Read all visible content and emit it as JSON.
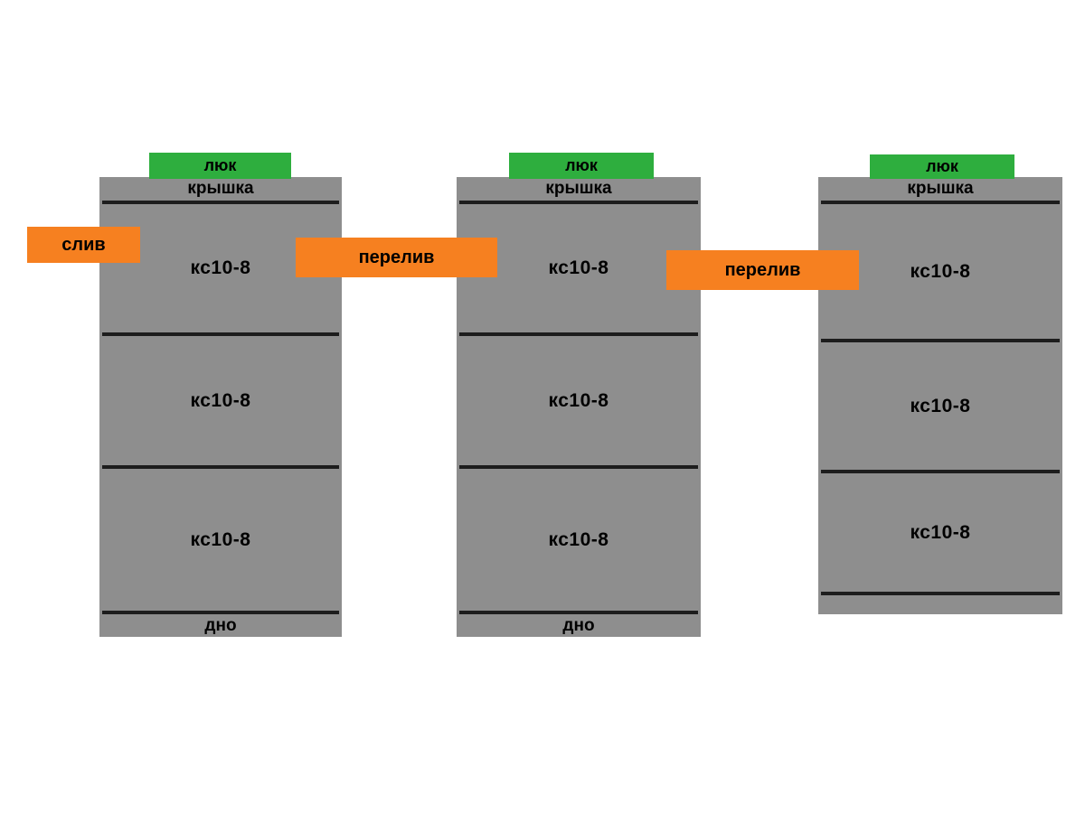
{
  "diagram": {
    "tanks": [
      {
        "hatch": "люк",
        "cover": "крышка",
        "rings": [
          "кс10-8",
          "кс10-8",
          "кс10-8"
        ],
        "bottom": "дно"
      },
      {
        "hatch": "люк",
        "cover": "крышка",
        "rings": [
          "кс10-8",
          "кс10-8",
          "кс10-8"
        ],
        "bottom": "дно"
      },
      {
        "hatch": "люк",
        "cover": "крышка",
        "rings": [
          "кс10-8",
          "кс10-8",
          "кс10-8"
        ],
        "bottom": ""
      }
    ],
    "labels": {
      "drain": "слив",
      "overflow_1": "перелив",
      "overflow_2": "перелив"
    },
    "colors": {
      "ring_gray": "#8e8e8e",
      "hatch_green": "#2eae3e",
      "pipe_orange": "#f68020",
      "line_black": "#1d1d1d"
    }
  }
}
